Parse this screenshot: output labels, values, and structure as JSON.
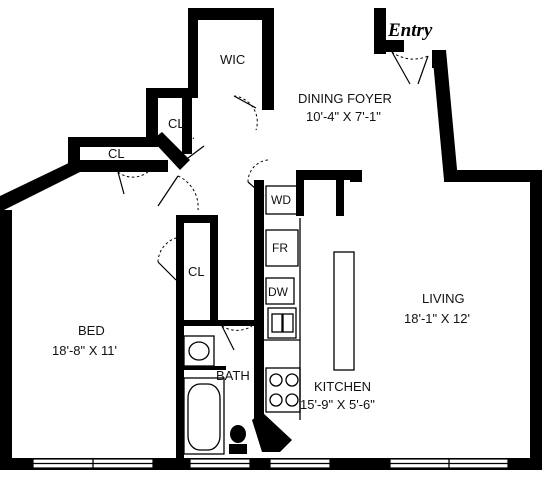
{
  "entry": "Entry",
  "rooms": {
    "wic": {
      "name": "WIC"
    },
    "dining": {
      "name": "DINING FOYER",
      "dim": "10'-4\" X 7'-1\""
    },
    "cl_upper": {
      "name": "CL"
    },
    "cl_left": {
      "name": "CL"
    },
    "cl_bed": {
      "name": "CL"
    },
    "bed": {
      "name": "BED",
      "dim": "18'-8\" X 11'"
    },
    "bath": {
      "name": "BATH"
    },
    "living": {
      "name": "LIVING",
      "dim": "18'-1\" X 12'"
    },
    "kitchen": {
      "name": "KITCHEN",
      "dim": "15'-9\" X 5'-6\""
    }
  },
  "appliances": {
    "wd": "WD",
    "fr": "FR",
    "dw": "DW"
  },
  "colors": {
    "wall": "#000000",
    "background": "#ffffff"
  }
}
